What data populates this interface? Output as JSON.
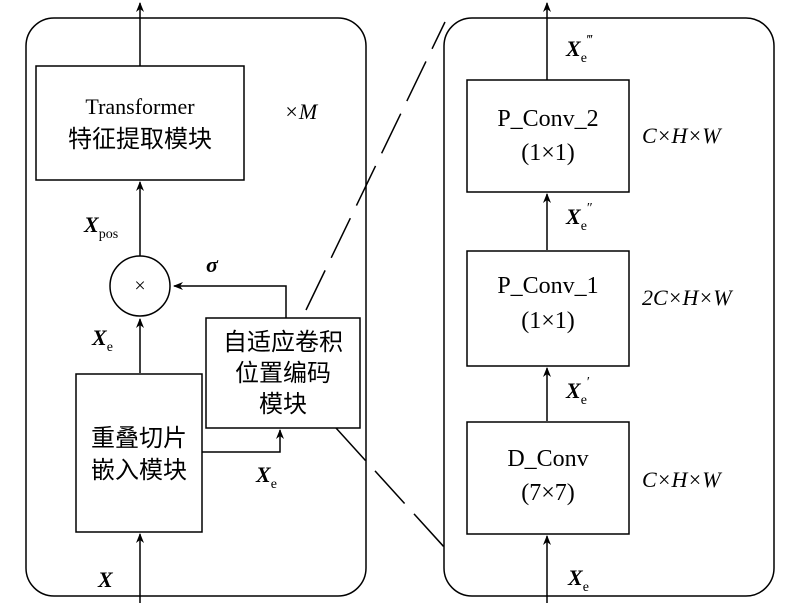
{
  "left_panel": {
    "transformer_block": {
      "line1": "Transformer",
      "line2": "特征提取模块"
    },
    "repeat_label": "×M",
    "xpos_label": {
      "base": "X",
      "sub": "pos"
    },
    "multiply_symbol": "×",
    "sigma_label": "σ",
    "xe_label_left": {
      "base": "X",
      "sub": "e"
    },
    "adaptive_block": {
      "line1": "自适应卷积",
      "line2": "位置编码",
      "line3": "模块"
    },
    "overlap_block": {
      "line1": "重叠切片",
      "line2": "嵌入模块"
    },
    "xe_label_bottom": {
      "base": "X",
      "sub": "e"
    },
    "x_input_label": "X"
  },
  "right_panel": {
    "p_conv_2": {
      "line1": "P_Conv_2",
      "line2": "(1×1)",
      "dims": "C×H×W"
    },
    "p_conv_1": {
      "line1": "P_Conv_1",
      "line2": "(1×1)",
      "dims": "2C×H×W"
    },
    "d_conv": {
      "line1": "D_Conv",
      "line2": "(7×7)",
      "dims": "C×H×W"
    },
    "xe_triple": {
      "base": "X",
      "sub": "e",
      "sup": "‴"
    },
    "xe_double": {
      "base": "X",
      "sub": "e",
      "sup": "″"
    },
    "xe_single": {
      "base": "X",
      "sub": "e",
      "sup": "′"
    },
    "xe_input": {
      "base": "X",
      "sub": "e"
    }
  }
}
